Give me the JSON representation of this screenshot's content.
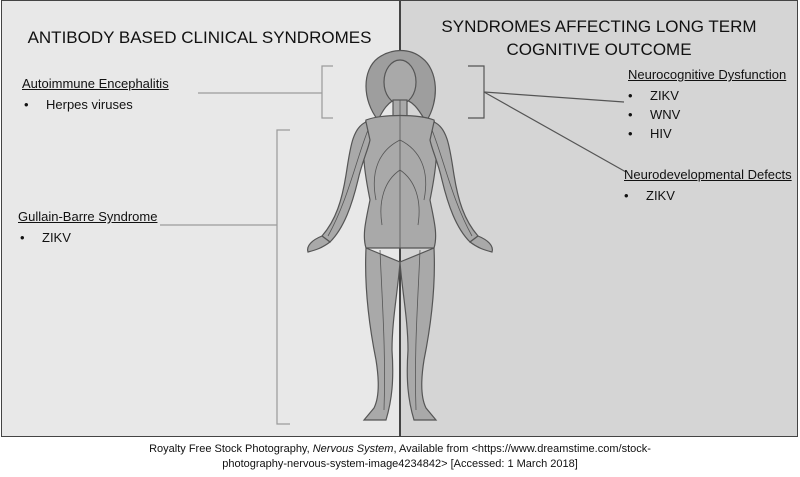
{
  "left": {
    "title": "ANTIBODY BASED CLINICAL SYNDROMES",
    "groups": [
      {
        "heading": "Autoimmune Encephalitis",
        "items": [
          "Herpes viruses"
        ]
      },
      {
        "heading": "Gullain-Barre Syndrome",
        "items": [
          "ZIKV"
        ]
      }
    ]
  },
  "right": {
    "title_line1": "SYNDROMES AFFECTING LONG TERM",
    "title_line2": "COGNITIVE OUTCOME",
    "groups": [
      {
        "heading": "Neurocognitive Dysfunction",
        "items": [
          "ZIKV",
          "WNV",
          "HIV"
        ]
      },
      {
        "heading": "Neurodevelopmental Defects",
        "items": [
          "ZIKV"
        ]
      }
    ]
  },
  "caption": {
    "before": "Royalty Free Stock Photography, ",
    "italic": "Nervous System",
    "after": ", Available from <https://www.dreamstime.com/stock-photography-nervous-system-image4234842> [Accessed: 1 March 2018]"
  },
  "colors": {
    "left_panel": "#e8e8e8",
    "right_panel": "#d5d5d5",
    "body_fill": "#a9a9a9",
    "line": "#9a9a9a"
  }
}
